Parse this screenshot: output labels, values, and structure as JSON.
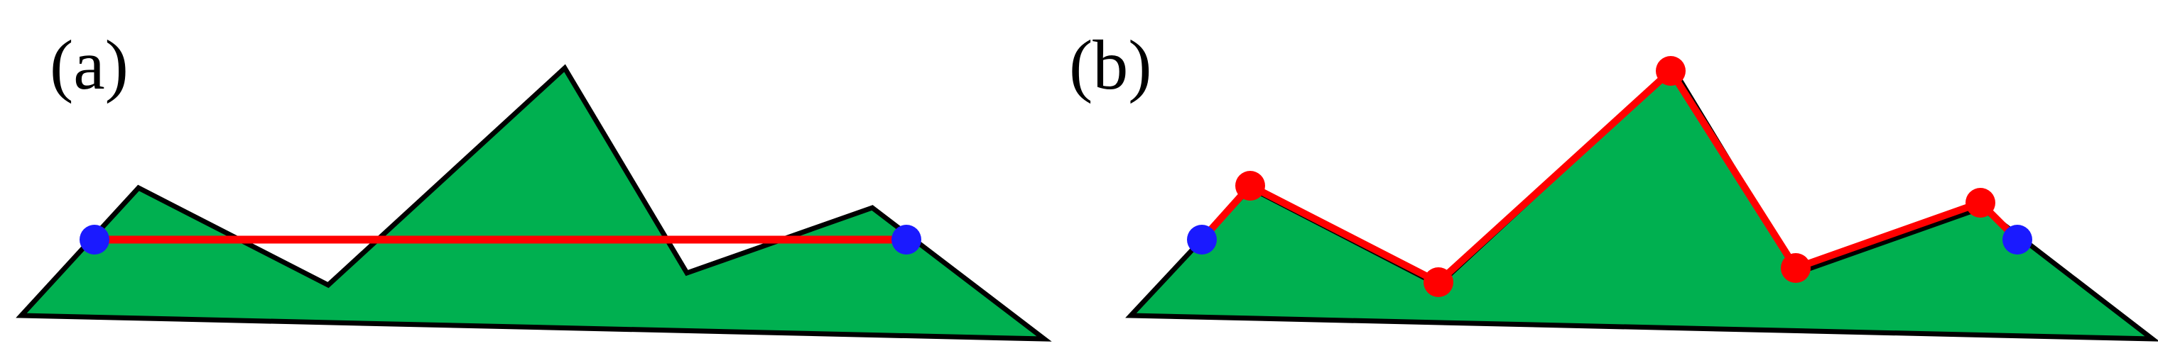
{
  "figure": {
    "colors": {
      "terrain_fill": "#00b050",
      "terrain_stroke": "#000000",
      "path_line": "#ff0000",
      "endpoint_marker": "#1a1aff",
      "vertex_marker": "#ff0000"
    },
    "panels": [
      {
        "id": "a",
        "label": "(a)",
        "description_kind": "straight-line path between endpoints crossing terrain"
      },
      {
        "id": "b",
        "label": "(b)",
        "description_kind": "path following terrain vertices"
      }
    ]
  }
}
